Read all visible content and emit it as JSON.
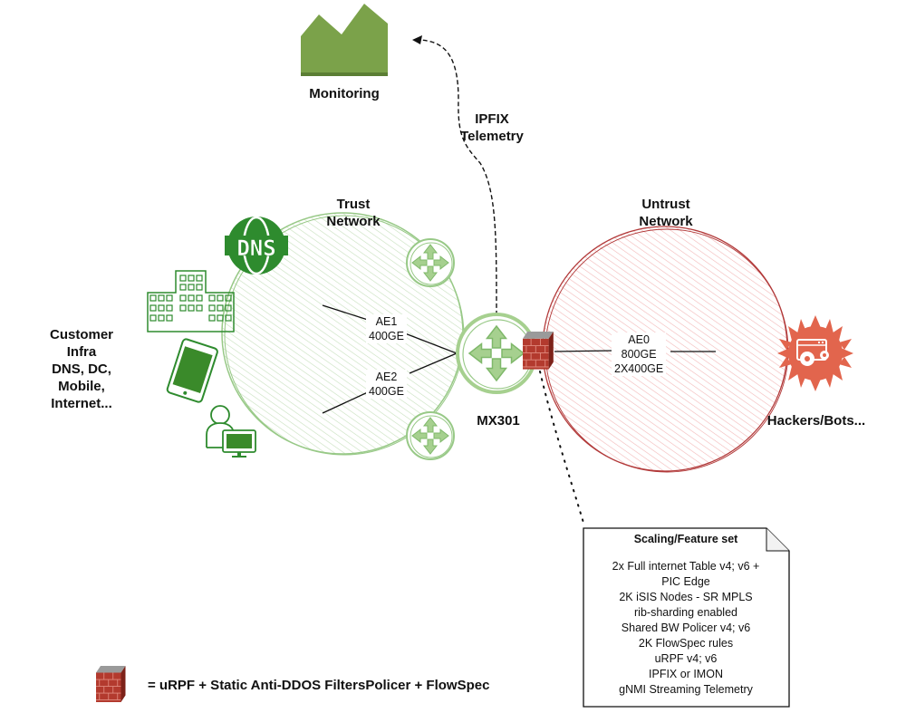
{
  "nodes": {
    "monitoring": {
      "label": "Monitoring",
      "icon": "monitoring-icon",
      "color": "#7ba24a"
    },
    "trust_network": {
      "label_line1": "Trust",
      "label_line2": "Network",
      "color": "#8fc27a"
    },
    "untrust_network": {
      "label_line1": "Untrust",
      "label_line2": "Network",
      "color": "#b23a3a"
    },
    "router": {
      "label": "MX301",
      "icon": "router-icon"
    },
    "customer_infra": {
      "lines": [
        "Customer",
        "Infra",
        "DNS, DC,",
        "Mobile,",
        "Internet..."
      ],
      "color": "#2e8b2e"
    },
    "hackers": {
      "label": "Hackers/Bots...",
      "icon": "hacker-bot-icon",
      "color": "#e2654d"
    }
  },
  "links": {
    "telemetry": {
      "line1": "IPFIX",
      "line2": "Telemetry"
    },
    "ae1": {
      "line1": "AE1",
      "line2": "400GE"
    },
    "ae2": {
      "line1": "AE2",
      "line2": "400GE"
    },
    "ae0": {
      "line1": "AE0",
      "line2": "800GE",
      "line3": "2X400GE"
    }
  },
  "note": {
    "title": "Scaling/Feature set",
    "items": [
      "2x Full internet Table v4; v6 +",
      "PIC Edge",
      "2K iSIS Nodes - SR MPLS",
      "rib-sharding enabled",
      "Shared BW Policer v4; v6",
      "2K FlowSpec rules",
      "uRPF v4; v6",
      "IPFIX or IMON",
      "gNMI Streaming Telemetry"
    ]
  },
  "legend": {
    "icon": "firewall-icon",
    "text": "= uRPF + Static Anti-DDOS FiltersPolicer + FlowSpec"
  }
}
